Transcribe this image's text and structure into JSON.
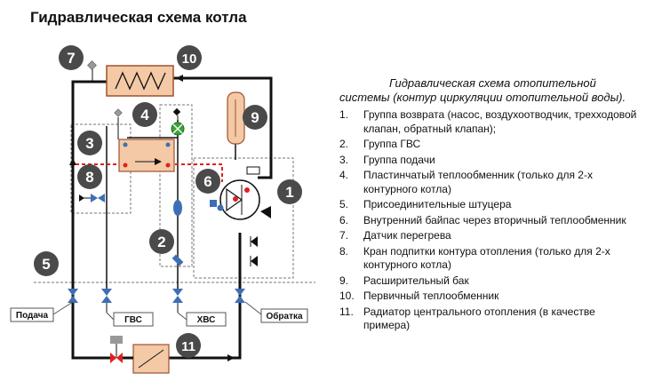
{
  "title": "Гидравлическая схема котла",
  "legend": {
    "heading": "Гидравлическая схема отопительной системы (контур циркуляции отопительной воды).",
    "items": [
      {
        "num": "1.",
        "text": "Группа возврата (насос, воздухоотводчик, трехходовой клапан, обратный клапан);"
      },
      {
        "num": "2.",
        "text": "Группа ГВС"
      },
      {
        "num": "3.",
        "text": "Группа подачи"
      },
      {
        "num": "4.",
        "text": "Пластинчатый теплообменник (только для 2-х контурного котла)"
      },
      {
        "num": "5.",
        "text": "Присоединительные штуцера"
      },
      {
        "num": "6.",
        "text": "Внутренний байпас через вторичный теплообменник"
      },
      {
        "num": "7.",
        "text": "Датчик перегрева"
      },
      {
        "num": "8.",
        "text": "Кран подпитки контура отопления (только для 2-х контурного котла)"
      },
      {
        "num": "9.",
        "text": "Расширительный бак"
      },
      {
        "num": "10.",
        "text": "Первичный теплообменник"
      },
      {
        "num": "11.",
        "text": "Радиатор центрального отопления (в качестве примера)"
      }
    ]
  },
  "badges": [
    "1",
    "2",
    "3",
    "4",
    "5",
    "6",
    "7",
    "8",
    "9",
    "10",
    "11"
  ],
  "ports": {
    "supply": "Подача",
    "dhw": "ГВС",
    "cold": "ХВС",
    "return": "Обратка"
  },
  "colors": {
    "pipe": "#111111",
    "badge": "#4a4a4a",
    "exchanger_fill": "#f3c9a6",
    "exchanger_stroke": "#a0522d",
    "bypass": "#e02020",
    "valve": "#3c6fb5",
    "pump_green": "#3aa33a",
    "tank_fill": "#f3c9a6",
    "dash": "#777777"
  }
}
